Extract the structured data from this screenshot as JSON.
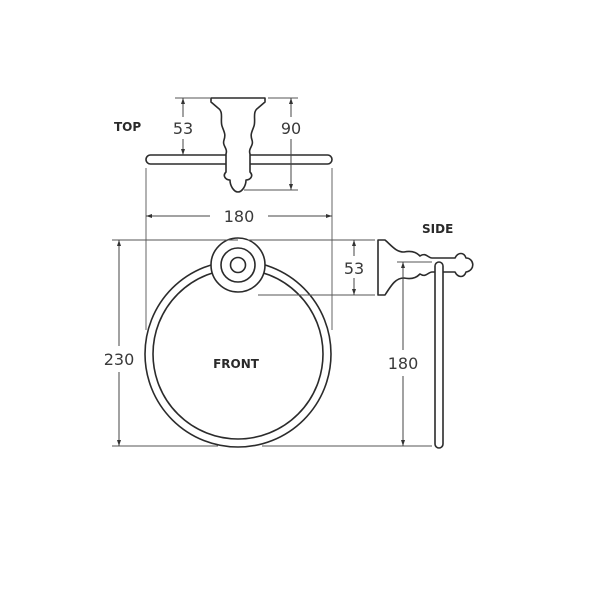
{
  "drawing": {
    "subject": "towel ring technical dimension drawing",
    "line_color": "#2b2b2b",
    "background": "#ffffff"
  },
  "views": {
    "top": {
      "label": "TOP"
    },
    "front": {
      "label": "FRONT"
    },
    "side": {
      "label": "SIDE"
    }
  },
  "dimensions": {
    "top_projection_to_bar": "53",
    "top_total_depth": "90",
    "front_width": "180",
    "front_rosette_height": "53",
    "front_total_height": "230",
    "side_ring_drop": "180"
  }
}
